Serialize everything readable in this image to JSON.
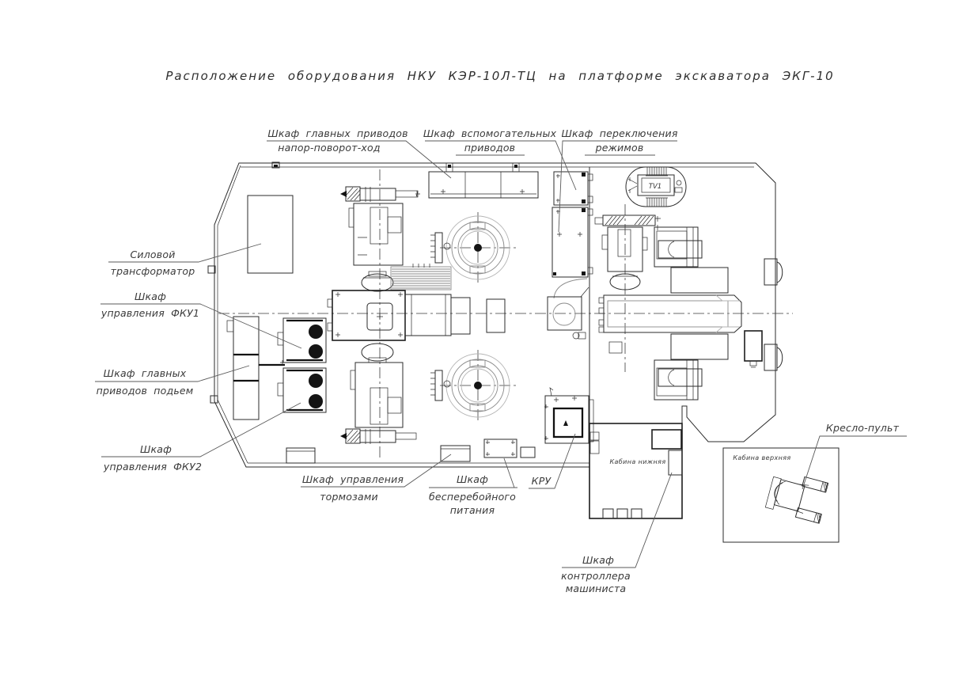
{
  "title": "Расположение оборудования НКУ КЭР-10Л-ТЦ на платформе экскаватора ЭКГ-10",
  "labels": {
    "main_drives_nph": {
      "line1": "Шкаф главных приводов",
      "line2": "напор-поворот-ход"
    },
    "aux_drives": {
      "line1": "Шкаф вспомогательных",
      "line2": "приводов"
    },
    "mode_switch": {
      "line1": "Шкаф переключения",
      "line2": "режимов"
    },
    "power_transformer": {
      "line1": "Силовой",
      "line2": "трансформатор"
    },
    "fku1": {
      "line1": "Шкаф",
      "line2": "управления ФКУ1"
    },
    "main_drives_hoist": {
      "line1": "Шкаф главных",
      "line2": "приводов подьем"
    },
    "fku2": {
      "line1": "Шкаф",
      "line2": "управления ФКУ2"
    },
    "brake_control": {
      "line1": "Шкаф управления",
      "line2": "тормозами"
    },
    "ups": {
      "line1": "Шкаф",
      "line2": "бесперебойного",
      "line3": "питания"
    },
    "kru": {
      "line1": "КРУ"
    },
    "driver_controller": {
      "line1": "Шкаф",
      "line2": "контроллера",
      "line3": "машиниста"
    },
    "chair_console": {
      "line1": "Кресло-пульт"
    },
    "cabin_lower": {
      "line1": "Кабина нижняя"
    },
    "cabin_upper": {
      "line1": "Кабина верхняя"
    },
    "tv1": {
      "line1": "TV1"
    }
  },
  "colors": {
    "ink": "#2b2b2b",
    "label_ink": "#3a3a3a",
    "leader": "#5a5a5a",
    "medium_gray": "#8a8a8a",
    "light_gray": "#b5b5b5",
    "fan_fill": "#141414",
    "background": "#ffffff"
  }
}
